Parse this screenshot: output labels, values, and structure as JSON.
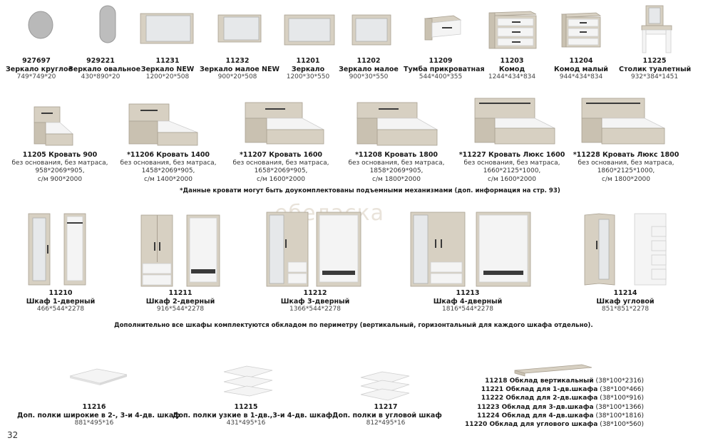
{
  "row1": [
    {
      "code": "927697",
      "name": "Зеркало круглое",
      "dims": "749*749*20"
    },
    {
      "code": "929221",
      "name": "Зеркало овальное",
      "dims": "430*890*20"
    },
    {
      "code": "11231",
      "name": "Зеркало NEW",
      "dims": "1200*20*508"
    },
    {
      "code": "11232",
      "name": "Зеркало малое NEW",
      "dims": "900*20*508"
    },
    {
      "code": "11201",
      "name": "Зеркало",
      "dims": "1200*30*550"
    },
    {
      "code": "11202",
      "name": "Зеркало малое",
      "dims": "900*30*550"
    },
    {
      "code": "11209",
      "name": "Тумба прикроватная",
      "dims": "544*400*355"
    },
    {
      "code": "11203",
      "name": "Комод",
      "dims": "1244*434*834"
    },
    {
      "code": "11204",
      "name": "Комод малый",
      "dims": "944*434*834"
    },
    {
      "code": "11225",
      "name": "Столик туалетный",
      "dims": "932*384*1451"
    }
  ],
  "beds": [
    {
      "title": "11205 Кровать 900",
      "l1": "без основания, без матраса,",
      "l2": "958*2069*905,",
      "l3": "с/м 900*2000"
    },
    {
      "title": "*11206 Кровать 1400",
      "l1": "без основания, без матраса,",
      "l2": "1458*2069*905,",
      "l3": "с/м 1400*2000"
    },
    {
      "title": "*11207 Кровать 1600",
      "l1": "без основания, без матраса,",
      "l2": "1658*2069*905,",
      "l3": "с/м 1600*2000"
    },
    {
      "title": "*11208 Кровать 1800",
      "l1": "без основания, без матраса,",
      "l2": "1858*2069*905,",
      "l3": "с/м 1800*2000"
    },
    {
      "title": "*11227 Кровать Люкс 1600",
      "l1": "без основания, без матраса,",
      "l2": "1660*2125*1000,",
      "l3": "с/м 1600*2000"
    },
    {
      "title": "*11228 Кровать Люкс 1800",
      "l1": "без основания, без матраса,",
      "l2": "1860*2125*1000,",
      "l3": "с/м 1800*2000"
    }
  ],
  "bed_note": "*Данные кровати могут быть доукомплектованы подъемными механизмами (доп. информация на стр. 93)",
  "wardrobes": [
    {
      "code": "11210",
      "name": "Шкаф 1-дверный",
      "dims": "466*544*2278"
    },
    {
      "code": "11211",
      "name": "Шкаф 2-дверный",
      "dims": "916*544*2278"
    },
    {
      "code": "11212",
      "name": "Шкаф 3-дверный",
      "dims": "1366*544*2278"
    },
    {
      "code": "11213",
      "name": "Шкаф 4-дверный",
      "dims": "1816*544*2278"
    },
    {
      "code": "11214",
      "name": "Шкаф угловой",
      "dims": "851*851*2278"
    }
  ],
  "wardrobe_note": "Дополнительно все шкафы  комплектуются обкладом по периметру (вертикальный, горизонтальный для каждого шкафа отдельно).",
  "shelves": [
    {
      "code": "11216",
      "name": "Доп. полки широкие в 2-, 3-и 4-дв. шкаф",
      "dims": "881*495*16"
    },
    {
      "code": "11215",
      "name": "Доп. полки узкие в 1-дв.,3-и 4-дв. шкаф",
      "dims": "431*495*16"
    },
    {
      "code": "11217",
      "name": "Доп. полки в угловой шкаф",
      "dims": "812*495*16"
    }
  ],
  "trims": [
    {
      "name": "11218  Обклад вертикальный",
      "dims": "(38*100*2316)"
    },
    {
      "name": "11221 Обклад для 1-дв.шкафа",
      "dims": "(38*100*466)"
    },
    {
      "name": "11222 Обклад для 2-дв.шкафа",
      "dims": "(38*100*916)"
    },
    {
      "name": "11223 Обклад для 3-дв.шкафа",
      "dims": "(38*100*1366)"
    },
    {
      "name": "11224 Обклад для 4-дв.шкафа",
      "dims": "(38*100*1816)"
    },
    {
      "name": "11220 Обклад для углового шкафа",
      "dims": "(38*100*560)"
    }
  ],
  "watermark": "ебеласка",
  "page_number": "32"
}
